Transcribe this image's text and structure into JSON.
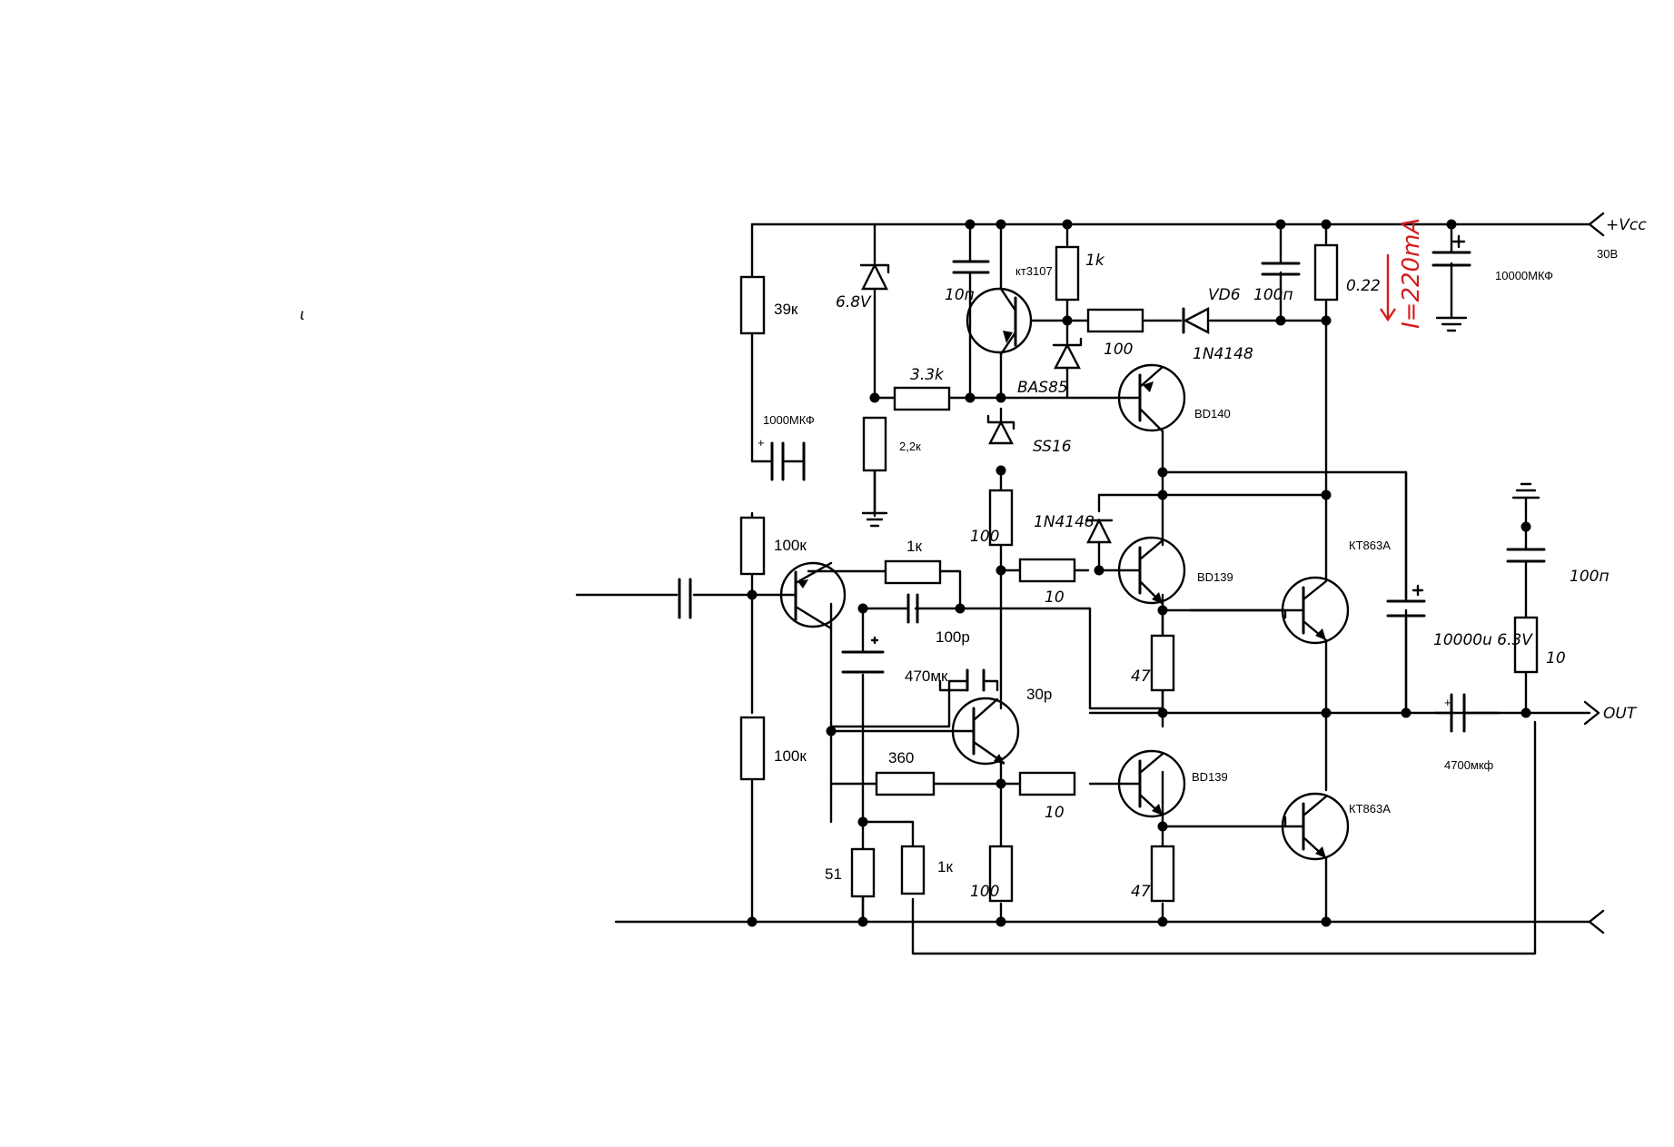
{
  "labels": {
    "vcc": "+Vcc",
    "vcc_value": "30В",
    "out": "OUT",
    "current": "I=220mA",
    "stray_mark": "ι"
  },
  "resistors": {
    "r39k": "39к",
    "r100k_top": "100к",
    "r100k_bot": "100к",
    "r1k_fb": "1к",
    "r3_3k": "3.3k",
    "r2_2k": "2,2к",
    "r1k_bias": "1k",
    "r100_base": "100",
    "r100_upper": "100",
    "r10_upper": "10",
    "r47_upper": "47",
    "r360": "360",
    "r10_lower": "10",
    "r100_lower": "100",
    "r47_lower": "47",
    "r51": "51",
    "r1k_lower": "1к",
    "r0_22": "0.22",
    "r10_zobel": "10"
  },
  "capacitors": {
    "c1000": "1000МКФ",
    "c10n": "10п",
    "c100n_top": "100п",
    "c10000_supply": "10000МКФ",
    "c100p": "100р",
    "c470": "470мк",
    "c30p": "30р",
    "c10000_bs": "10000u 6.3V",
    "c4700": "4700мкф",
    "c100n_zobel": "100п"
  },
  "semiconductors": {
    "zener": "6.8V",
    "t_kt3107": "кт3107",
    "d_bas85": "BAS85",
    "d_vd6": "VD6",
    "d_1n4148_top": "1N4148",
    "t_bd140": "BD140",
    "d_ss16": "SS16",
    "d_1n4148_mid": "1N4148",
    "t_bd139_upper": "BD139",
    "t_kt863_upper": "КТ863А",
    "t_bd139_lower": "BD139",
    "t_kt863_lower": "КТ863А"
  }
}
